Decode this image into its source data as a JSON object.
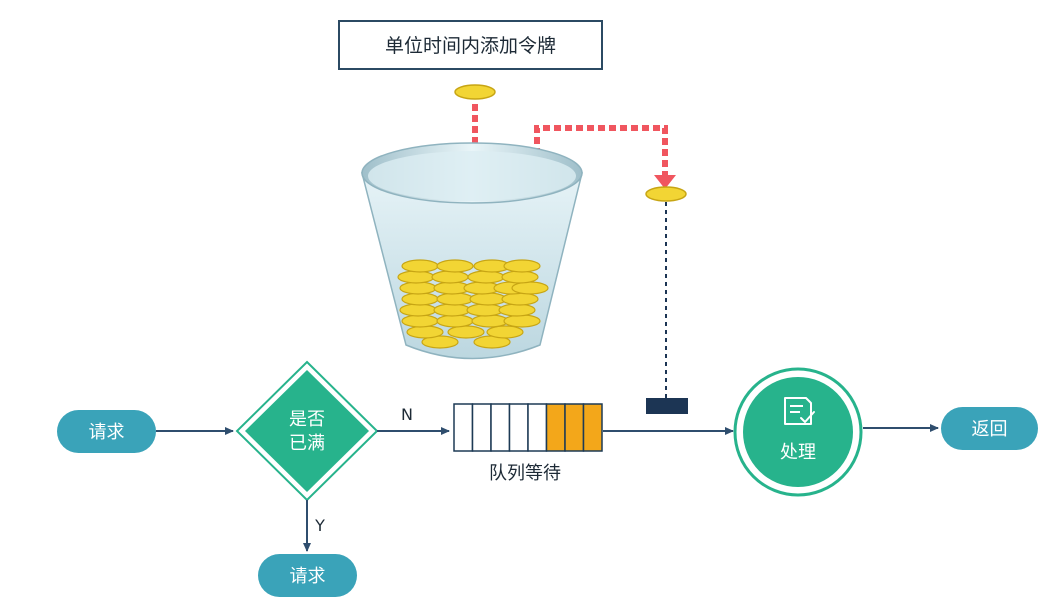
{
  "top_box": {
    "label": "单位时间内添加令牌"
  },
  "start_node": {
    "label": "请求"
  },
  "decision": {
    "line1": "是否",
    "line2": "已满"
  },
  "edge_no": {
    "label": "N"
  },
  "edge_yes": {
    "label": "Y"
  },
  "queue": {
    "label": "队列等待",
    "total_slots": 8,
    "filled_slots": 3
  },
  "process_node": {
    "label": "处理"
  },
  "return_node": {
    "label": "返回"
  },
  "reject_node": {
    "label": "请求"
  },
  "colors": {
    "teal_node": "#3aa3b9",
    "decision_green": "#27b38c",
    "token_arrow": "#f0565f",
    "queue_fill": "#f3a71a",
    "arrow_line": "#2f4e6e",
    "box_border": "#2b4a63",
    "gate": "#1c3554",
    "coin": "#f2d534"
  }
}
